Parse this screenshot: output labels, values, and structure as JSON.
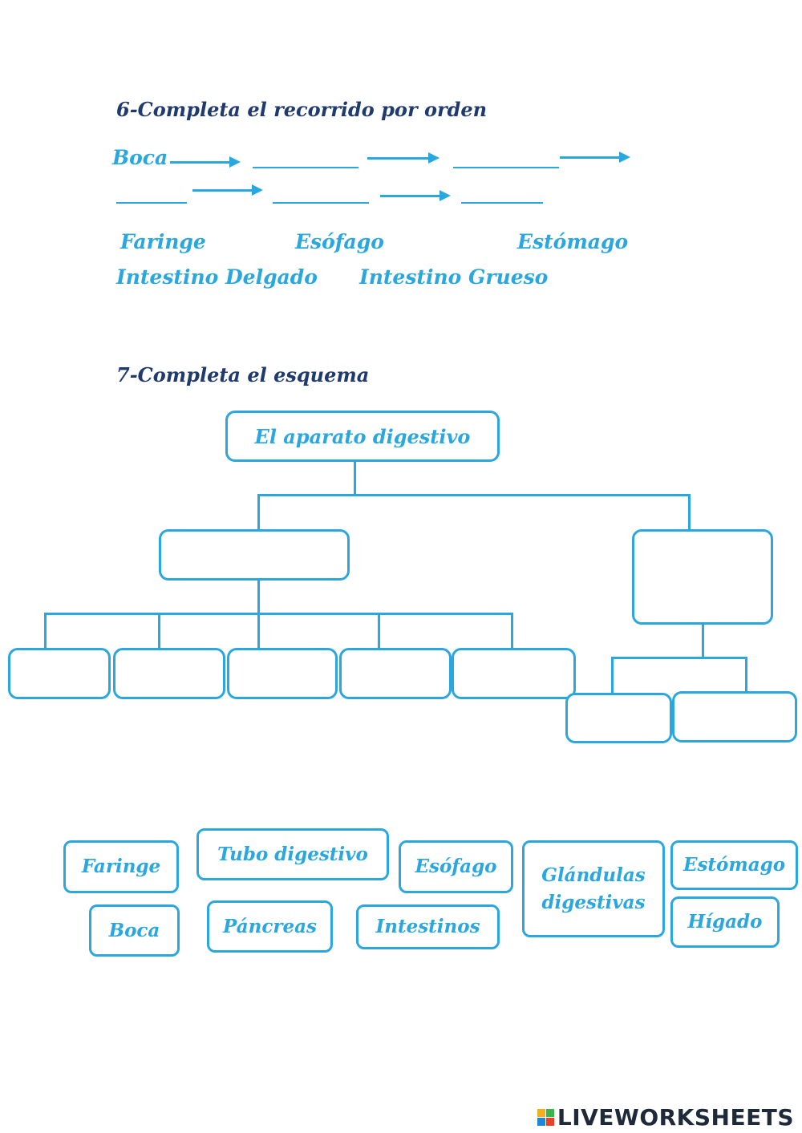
{
  "section6": {
    "title": "6-Completa el recorrido por orden",
    "start_word": "Boca",
    "word_bank": [
      "Faringe",
      "Esófago",
      "Estómago",
      "Intestino Delgado",
      "Intestino Grueso"
    ]
  },
  "section7": {
    "title": "7-Completa el esquema",
    "root_label": "El aparato digestivo",
    "chips": [
      {
        "label": "Faringe"
      },
      {
        "label": "Tubo digestivo"
      },
      {
        "label": "Esófago"
      },
      {
        "label": "Glándulas digestivas"
      },
      {
        "label": "Estómago"
      },
      {
        "label": "Boca"
      },
      {
        "label": "Páncreas"
      },
      {
        "label": "Intestinos"
      },
      {
        "label": "Hígado"
      }
    ]
  },
  "brand": {
    "name": "LIVEWORKSHEETS",
    "colors": {
      "accent": "#2aa7df",
      "title": "#1f3a6e"
    }
  }
}
